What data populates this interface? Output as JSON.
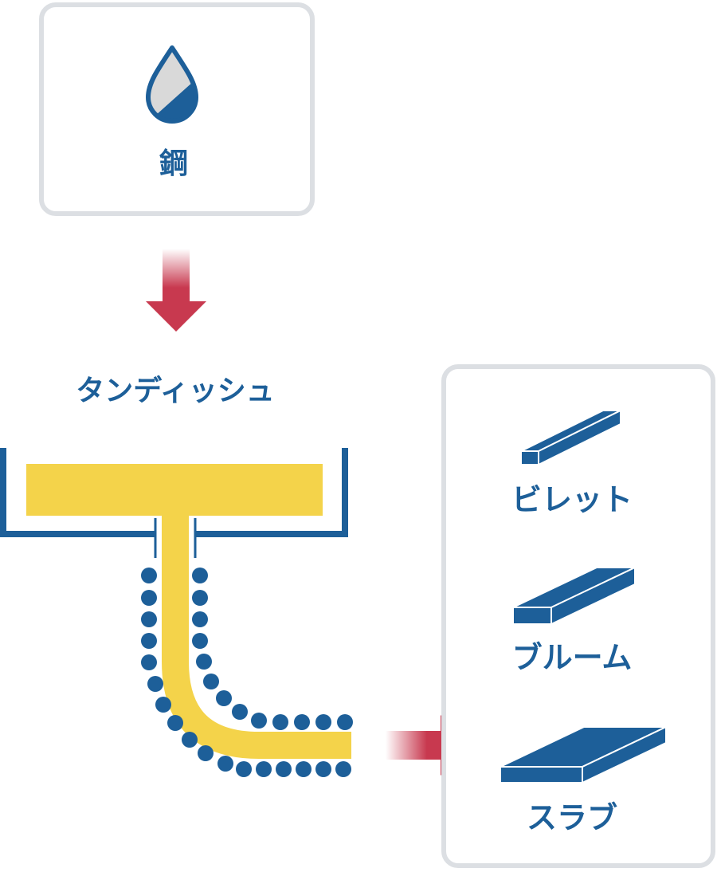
{
  "input": {
    "icon": "droplet-icon",
    "label": "鋼"
  },
  "tundish": {
    "label": "タンディッシュ"
  },
  "products": [
    {
      "icon": "billet-icon",
      "label": "ビレット"
    },
    {
      "icon": "bloom-icon",
      "label": "ブルーム"
    },
    {
      "icon": "slab-icon",
      "label": "スラブ"
    }
  ],
  "colors": {
    "primary_blue": "#1d5f99",
    "steel_yellow": "#f4d34a",
    "arrow_red": "#c8394f",
    "box_border": "#dcdfe3",
    "droplet_fill": "#d9d9d9"
  }
}
